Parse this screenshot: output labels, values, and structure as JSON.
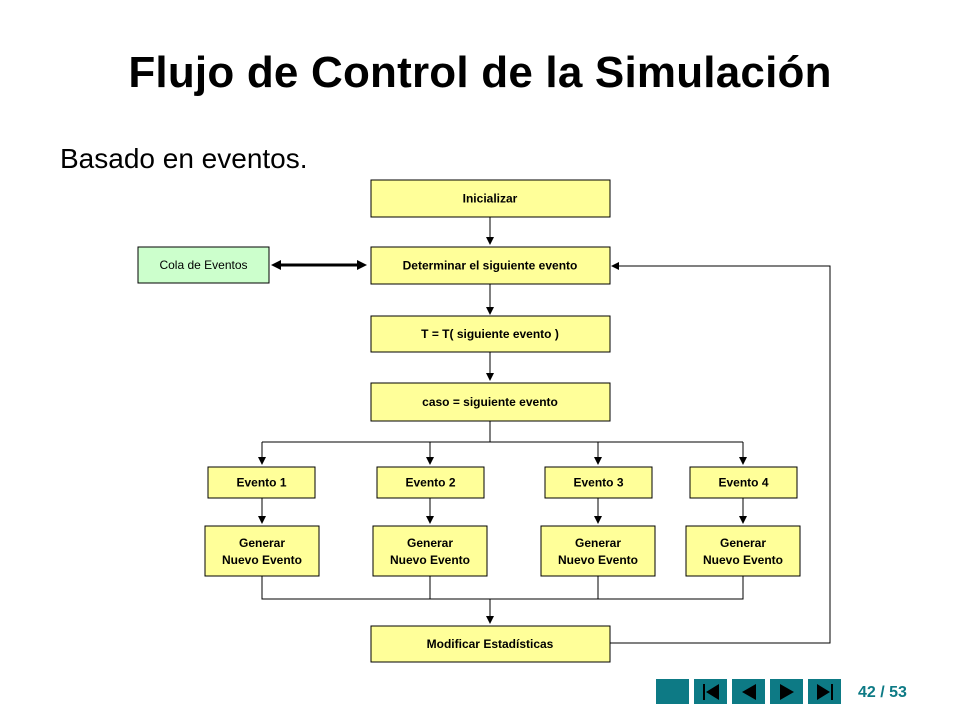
{
  "slide": {
    "title": "Flujo de Control de la Simulación",
    "subtitle": "Basado en eventos."
  },
  "diagram": {
    "inicializar": "Inicializar",
    "cola": "Cola de Eventos",
    "determinar": "Determinar el siguiente evento",
    "tiempo": "T = T( siguiente evento )",
    "caso": "caso = siguiente evento",
    "eventos": [
      "Evento 1",
      "Evento 2",
      "Evento 3",
      "Evento 4"
    ],
    "generar_line1": "Generar",
    "generar_line2": "Nuevo Evento",
    "modificar": "Modificar Estadísticas"
  },
  "nav": {
    "buttons": [
      "first-icon",
      "previous-icon",
      "next-icon",
      "last-icon",
      "blank"
    ],
    "color": "#0d7a85",
    "current_page": "42",
    "separator": "/",
    "total_pages": "53"
  }
}
